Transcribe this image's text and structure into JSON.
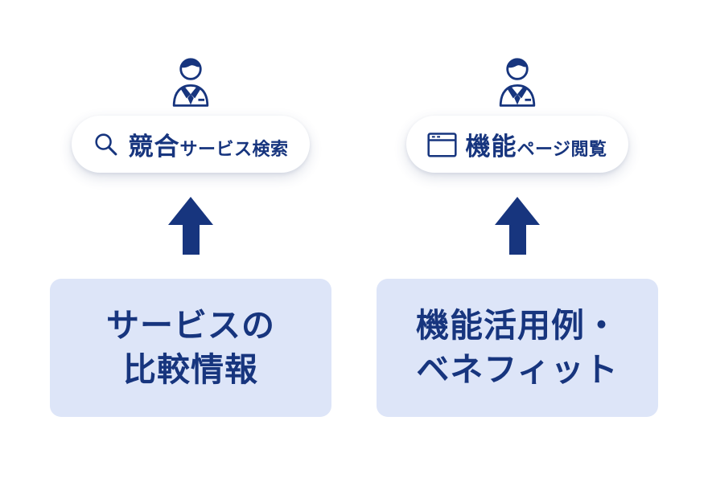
{
  "colors": {
    "navy": "#17357E",
    "box_background": "#DDE5F8",
    "pill_background": "#FFFFFF",
    "page_background": "#FFFFFF"
  },
  "columns": [
    {
      "persona": "businessman-icon",
      "pill": {
        "icon": "search-icon",
        "label_large": "競合",
        "label_small": "サービス検索"
      },
      "box": {
        "line1": "サービスの",
        "line2": "比較情報"
      }
    },
    {
      "persona": "businessman-icon",
      "pill": {
        "icon": "browser-icon",
        "label_large": "機能",
        "label_small": "ページ閲覧"
      },
      "box": {
        "line1": "機能活用例・",
        "line2": "ベネフィット"
      }
    }
  ]
}
